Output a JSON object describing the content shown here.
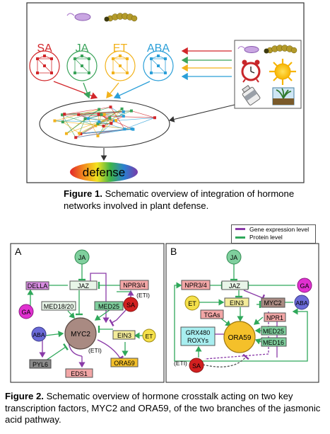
{
  "figure1": {
    "hormones": [
      {
        "label": "SA",
        "color": "#d2262a"
      },
      {
        "label": "JA",
        "color": "#3aa35a"
      },
      {
        "label": "ET",
        "color": "#f2b21b"
      },
      {
        "label": "ABA",
        "color": "#2b9fd8"
      }
    ],
    "outcome_label": "defense",
    "caption_bold": "Figure 1.",
    "caption_text": " Schematic overview of integration of hormone networks involved in plant defense.",
    "arrow_colors": [
      "#d2262a",
      "#3aa35a",
      "#f2b21b",
      "#2b9fd8"
    ],
    "stimuli_icons": [
      "caterpillar-icon",
      "pathogen-icon",
      "alarm-clock-icon",
      "sun-icon",
      "water-bottle-icon",
      "drought-plant-icon"
    ]
  },
  "legend": {
    "items": [
      {
        "label": "Gene expression level",
        "color": "#8a3aa8"
      },
      {
        "label": "Protein level",
        "color": "#2fa85a"
      }
    ]
  },
  "panelA": {
    "letter": "A",
    "nodes": {
      "ja": "JA",
      "jaz": "JAZ",
      "npr34": "NPR3/4",
      "eti": "(ETI)",
      "della": "DELLA",
      "sa": "SA",
      "ga": "GA",
      "med1820": "MED18/20",
      "med25": "MED25",
      "aba": "ABA",
      "myc2": "MYC2",
      "ein3": "EIN3",
      "et": "ET",
      "eti2": "(ETI)",
      "pyl6": "PYL6",
      "ora59": "ORA59",
      "eds1": "EDS1"
    }
  },
  "panelB": {
    "letter": "B",
    "nodes": {
      "ja": "JA",
      "npr34": "NPR3/4",
      "jaz": "JAZ",
      "ga": "GA",
      "et": "ET",
      "ein3": "EIN3",
      "myc2": "MYC2",
      "aba": "ABA",
      "tgas": "TGAs",
      "npr1": "NPR1",
      "grx1": "GRX480",
      "grx2": "ROXYs",
      "ora59": "ORA59",
      "med25": "MED25",
      "med16": "MED16",
      "eti": "(ETI)",
      "sa": "SA"
    }
  },
  "caption2": {
    "bold": "Figure 2.",
    "text": " Schematic overview of hormone crosstalk acting on two key transcription factors, MYC2 and ORA59, of the two branches of the jasmonic acid pathway."
  }
}
